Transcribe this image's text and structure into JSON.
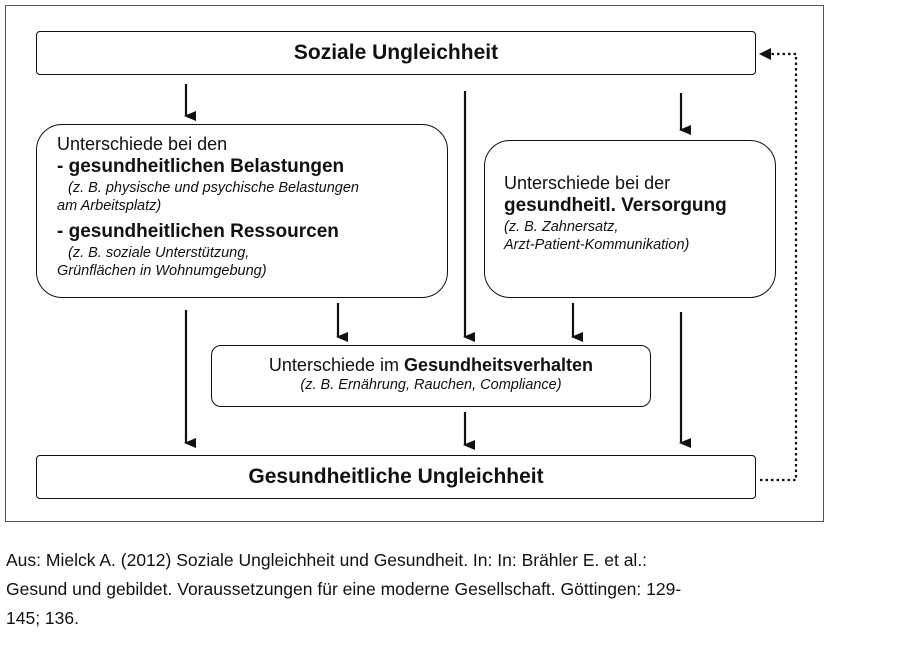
{
  "diagram": {
    "top_box": "Soziale Ungleichheit",
    "bottom_box": "Gesundheitliche Ungleichheit",
    "left_box": {
      "intro": "Unterschiede bei den",
      "item1_title": "- gesundheitlichen Belastungen",
      "item1_example_line1": "(z. B. physische und psychische Belastungen",
      "item1_example_line2": "am Arbeitsplatz)",
      "item2_title": "- gesundheitlichen Ressourcen",
      "item2_example_line1": "(z. B. soziale Unterstützung,",
      "item2_example_line2": "Grünflächen in Wohnumgebung)"
    },
    "right_box": {
      "intro": "Unterschiede bei der",
      "title": "gesundheitl. Versorgung",
      "example_line1": "(z. B. Zahnersatz,",
      "example_line2": "Arzt-Patient-Kommunikation)"
    },
    "middle_box": {
      "intro": "Unterschiede im",
      "title": "Gesundheitsverhalten",
      "example": "(z. B. Ernährung, Rauchen, Compliance)"
    }
  },
  "caption": {
    "line1": "Aus: Mielck A. (2012) Soziale Ungleichheit und Gesundheit. In: In: Brähler E. et al.:",
    "line2": "Gesund und gebildet. Voraussetzungen für eine moderne Gesellschaft. Göttingen: 129-",
    "line3": "145; 136."
  }
}
